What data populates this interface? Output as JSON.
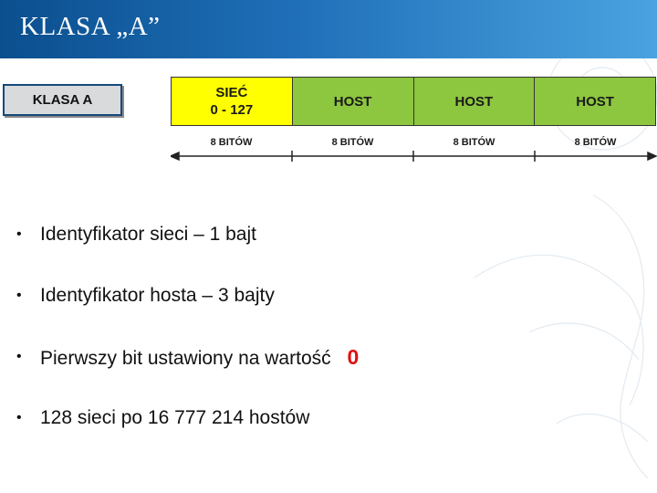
{
  "slide": {
    "title": "KLASA „A”"
  },
  "class_label": "KLASA  A",
  "octets": [
    {
      "line1": "SIEĆ",
      "line2": "0 - 127",
      "color": "#ffff00"
    },
    {
      "label": "HOST",
      "color": "#8dc63f"
    },
    {
      "label": "HOST",
      "color": "#8dc63f"
    },
    {
      "label": "HOST",
      "color": "#8dc63f"
    }
  ],
  "bit_labels": [
    "8 BITÓW",
    "8 BITÓW",
    "8 BITÓW",
    "8 BITÓW"
  ],
  "bullets": [
    {
      "text": "Identyfikator sieci – 1 bajt"
    },
    {
      "text": "Identyfikator hosta – 3 bajty"
    },
    {
      "text": "Pierwszy bit ustawiony na wartość",
      "highlight": "0"
    },
    {
      "text": "128 sieci po 16 777 214 hostów"
    }
  ],
  "colors": {
    "header": "#1f6fb8",
    "highlight": "#e01010"
  },
  "icons": {
    "bullet": "•"
  }
}
